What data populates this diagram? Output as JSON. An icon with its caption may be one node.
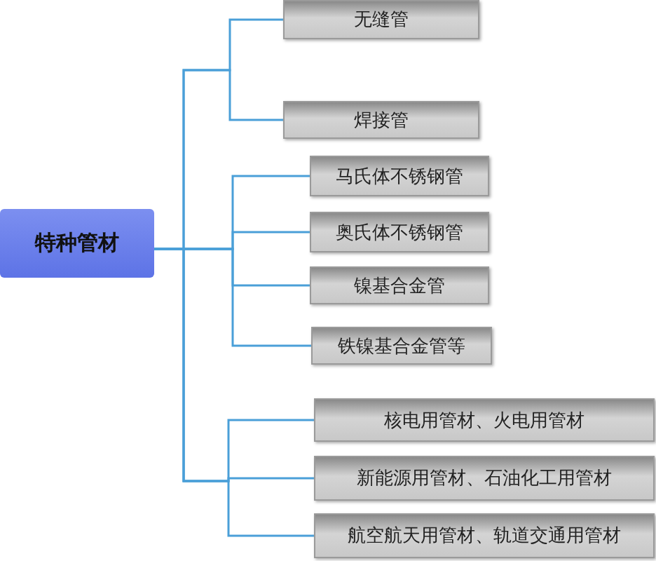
{
  "diagram": {
    "nodes": [
      {
        "text": [
          "特种管材"
        ]
      },
      {
        "text": [
          "无缝管"
        ]
      },
      {
        "text": [
          "焊接管"
        ]
      },
      {
        "text": [
          "马氏体不锈钢管"
        ]
      },
      {
        "text": [
          "奥氏体不锈钢管"
        ]
      },
      {
        "text": [
          "镍基合金管"
        ]
      },
      {
        "text": [
          "铁镍基合金管等"
        ]
      },
      {
        "text": [
          "核电用管材、火电用管材"
        ]
      },
      {
        "text": [
          "新能源用管材、石油化工用管材"
        ]
      },
      {
        "text": [
          "航空航天用管材、轨道交通用管材"
        ]
      }
    ],
    "edges": [
      {
        "from": 0,
        "to": 1,
        "arrow": "none"
      },
      {
        "from": 0,
        "to": 2,
        "arrow": "none"
      },
      {
        "from": 0,
        "to": 3,
        "arrow": "none"
      },
      {
        "from": 0,
        "to": 4,
        "arrow": "none"
      },
      {
        "from": 0,
        "to": 5,
        "arrow": "none"
      },
      {
        "from": 0,
        "to": 6,
        "arrow": "none"
      },
      {
        "from": 0,
        "to": 7,
        "arrow": "none"
      },
      {
        "from": 0,
        "to": 8,
        "arrow": "none"
      },
      {
        "from": 0,
        "to": 9,
        "arrow": "none"
      }
    ]
  }
}
